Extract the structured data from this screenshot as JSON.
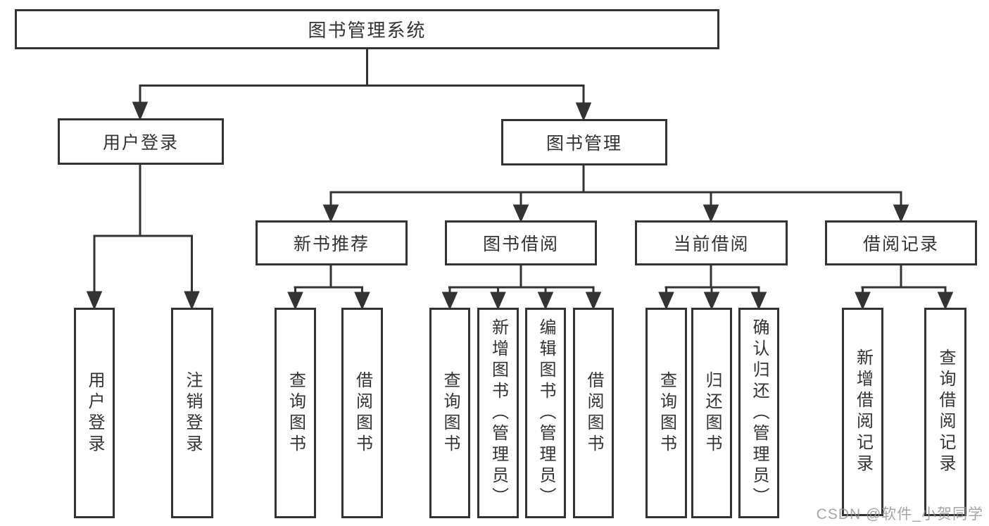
{
  "tree": {
    "root": {
      "label": "图书管理系统"
    },
    "branches": [
      {
        "label": "用户登录",
        "children": [
          {
            "label": "用户登录"
          },
          {
            "label": "注销登录"
          }
        ]
      },
      {
        "label": "图书管理",
        "children": [
          {
            "label": "新书推荐",
            "children": [
              {
                "label": "查询图书"
              },
              {
                "label": "借阅图书"
              }
            ]
          },
          {
            "label": "图书借阅",
            "children": [
              {
                "label": "查询图书"
              },
              {
                "label": "新增图书（管理员）"
              },
              {
                "label": "编辑图书（管理员）"
              },
              {
                "label": "借阅图书"
              }
            ]
          },
          {
            "label": "当前借阅",
            "children": [
              {
                "label": "查询图书"
              },
              {
                "label": "归还图书"
              },
              {
                "label": "确认归还（管理员）"
              }
            ]
          },
          {
            "label": "借阅记录",
            "children": [
              {
                "label": "新增借阅记录"
              },
              {
                "label": "查询借阅记录"
              }
            ]
          }
        ]
      }
    ]
  },
  "watermark": "CSDN @软件_小贺同学",
  "colors": {
    "line": "#333333",
    "box_border": "#333333",
    "box_background": "#ffffff",
    "text": "#333333",
    "watermark": "#8f8f8f"
  }
}
